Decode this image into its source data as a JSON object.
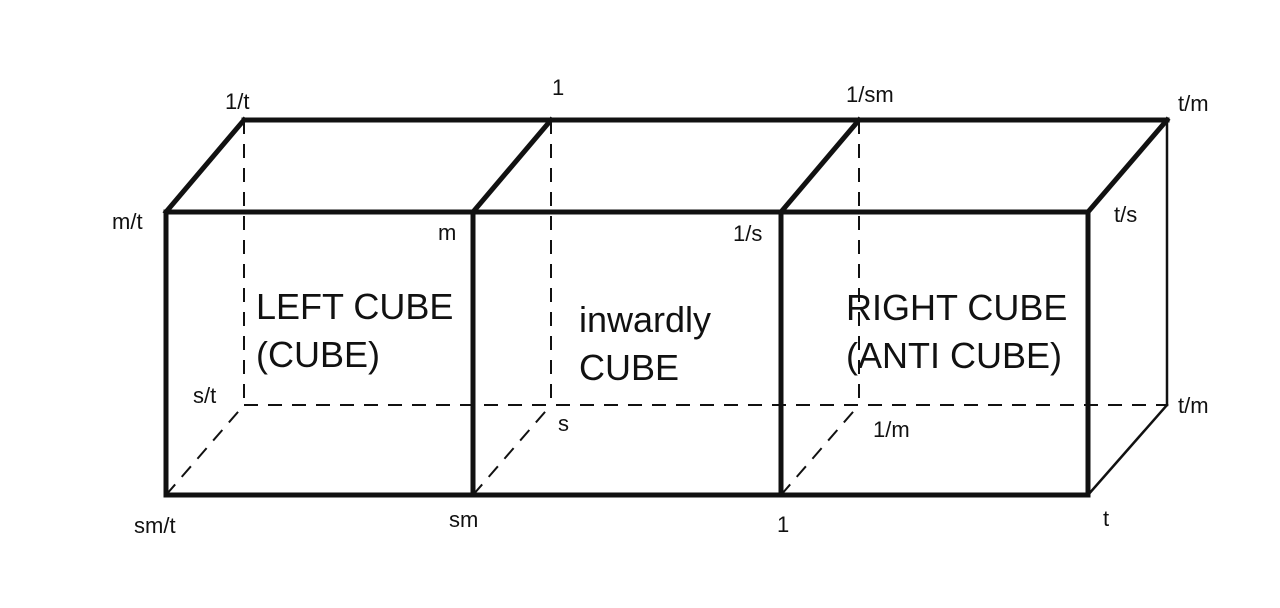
{
  "diagram": {
    "vertex_labels": {
      "back_top_left": "1/t",
      "back_top_mid1": "1",
      "back_top_mid2": "1/sm",
      "back_top_right": "t/m",
      "front_top_left": "m/t",
      "front_top_mid1": "m",
      "front_top_mid2": "1/s",
      "front_top_right": "t/s",
      "back_bottom_left": "s/t",
      "back_bottom_mid1": "s",
      "back_bottom_mid2": "1/m",
      "back_bottom_right": "t/m",
      "front_bottom_left": "sm/t",
      "front_bottom_mid1": "sm",
      "front_bottom_mid2": "1",
      "front_bottom_right": "t"
    },
    "cubes": [
      {
        "line1": "LEFT CUBE",
        "line2": "(CUBE)"
      },
      {
        "line1": "inwardly",
        "line2": "CUBE"
      },
      {
        "line1": "RIGHT CUBE",
        "line2": "(ANTI CUBE)"
      }
    ]
  }
}
